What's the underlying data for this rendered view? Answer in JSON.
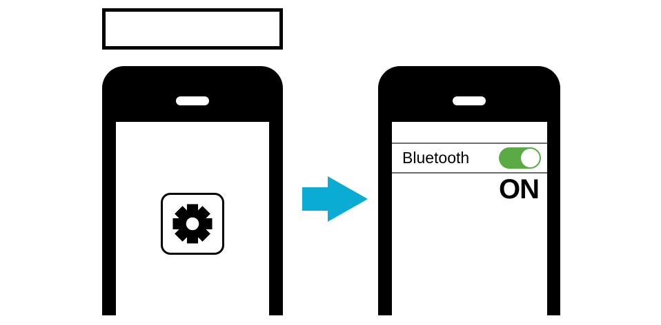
{
  "colors": {
    "arrow": "#0aacd4",
    "toggle-on": "#5aab46",
    "divider": "#6b6b6b",
    "phone": "#000000"
  },
  "caption_box": {
    "text": ""
  },
  "left_phone": {
    "app": {
      "icon": "gear"
    }
  },
  "arrow": {
    "direction": "right"
  },
  "right_phone": {
    "settings": {
      "bluetooth_label": "Bluetooth",
      "toggle_state": "on",
      "status_text": "ON"
    }
  }
}
